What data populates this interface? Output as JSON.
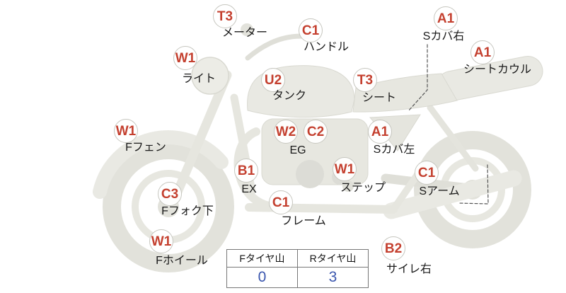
{
  "labels": [
    {
      "code": "T3",
      "name": "メーター"
    },
    {
      "code": "C1",
      "name": "ハンドル"
    },
    {
      "code": "A1",
      "name": "Sカバ右"
    },
    {
      "code": "A1",
      "name": "シートカウル"
    },
    {
      "code": "W1",
      "name": "ライト"
    },
    {
      "code": "U2",
      "name": "タンク"
    },
    {
      "code": "T3",
      "name": "シート"
    },
    {
      "code": "W1",
      "name": "Fフェン"
    },
    {
      "code": "W2",
      "name": ""
    },
    {
      "code": "C2",
      "name": "EG"
    },
    {
      "code": "A1",
      "name": "Sカバ左"
    },
    {
      "code": "B1",
      "name": "EX"
    },
    {
      "code": "W1",
      "name": "ステップ"
    },
    {
      "code": "C1",
      "name": "Sアーム"
    },
    {
      "code": "C3",
      "name": "Fフォク下"
    },
    {
      "code": "C1",
      "name": "フレーム"
    },
    {
      "code": "W1",
      "name": "Fホイール"
    },
    {
      "code": "B2",
      "name": "サイレ右"
    }
  ],
  "tire_table": {
    "headers": [
      "Fタイヤ山",
      "Rタイヤ山"
    ],
    "values": [
      "0",
      "3"
    ]
  },
  "colors": {
    "code_red": "#c4402f",
    "value_blue": "#3a56ae",
    "body_gray": "#e9e9e3"
  }
}
